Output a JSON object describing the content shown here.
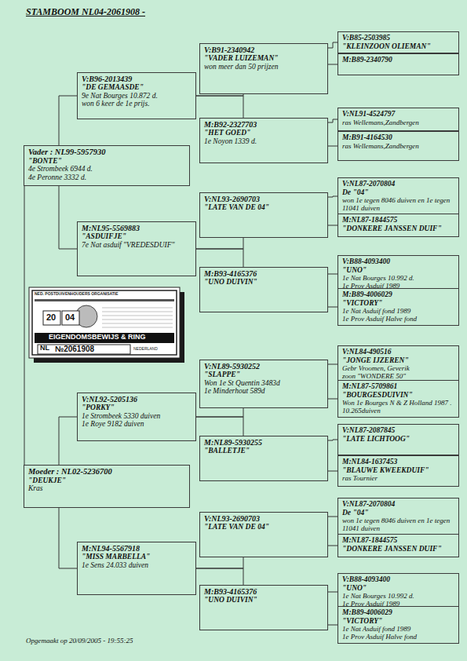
{
  "diagram": {
    "title": "STAMBOOM NL04-2061908 -",
    "nodes": [
      {
        "text": [
          "Vader : NL99-5957930",
          "\"BONTE\"",
          "4e Strombeek 6944 d.",
          "4e Peronne 3332 d."
        ]
      },
      {
        "text": [
          "V:B96-2013439",
          "\"DE GEMAASDE\"",
          "9e Nat Bourges 10.872 d.",
          "won 6 keer de 1e prijs."
        ]
      },
      {
        "text": [
          "V:B91-2340942",
          "\"VADER LUIZEMAN\"",
          "won meer dan 50 prijzen"
        ]
      },
      {
        "text": [
          "V:B85-2503985",
          "\"KLEINZOON OLIEMAN\""
        ]
      },
      {
        "text": [
          "M:B89-2340790"
        ]
      },
      {
        "text": [
          "M:B92-2327703",
          "\"HET GOED\"",
          "1e Noyon 1339 d."
        ]
      },
      {
        "text": [
          "V:NL91-4524797",
          "ras Wellemans,Zandbergen"
        ]
      },
      {
        "text": [
          "M:B91-4164530",
          "ras Wellemans,Zandbergen"
        ]
      },
      {
        "text": [
          "M:NL95-5569883",
          "\"ASDUIFJE\"",
          "7e Nat asduif \"VREDESDUIF\""
        ]
      },
      {
        "text": [
          "V:NL93-2690703",
          "\"LATE VAN DE 04\""
        ]
      },
      {
        "text": [
          "V:NL87-2070804",
          "De \"04\"",
          "won 1e tegen 8046 duiven en 1e tegen 11041 duiven"
        ]
      },
      {
        "text": [
          "M:NL87-1844575",
          "\"DONKERE JANSSEN DUIF\""
        ]
      },
      {
        "text": [
          "M:B93-4165376",
          "\"UNO DUIVIN\""
        ]
      },
      {
        "text": [
          "V:B88-4093400",
          "\"UNO\"",
          "1e Nat Bourges 10.992 d.",
          "1e Prov Asduif 1989"
        ]
      },
      {
        "text": [
          "M:B89-4006029",
          "\"VICTORY\"",
          "1e Nat Asduif fond 1989",
          "1e Prov Asduif Halve fond"
        ]
      },
      {
        "text": [
          "Moeder : NL02-5236700",
          "\"DEUKJE\"",
          "Kras"
        ]
      },
      {
        "text": [
          "V:NL92-5205136",
          "\"PORKY\"",
          "1e Strombeek 5330 duiven",
          "1e Roye 9182 duiven"
        ]
      },
      {
        "text": [
          "V:NL89-5930252",
          "\"SLAPPE\"",
          "Won 1e St Quentin 3483d",
          "1e Minderhout 589d"
        ]
      },
      {
        "text": [
          "V:NL84-490516",
          "\"JONGE IJZEREN\"",
          "Gebr Vroomen, Geverik",
          "zoon \"WONDERE 50\""
        ]
      },
      {
        "text": [
          "M:NL87-5709861",
          "\"BOURGESDUIVIN\"",
          "Won 1e Bourges N & Z Holland 1987 . 10.265duiven"
        ]
      },
      {
        "text": [
          "M:NL89-5930255",
          "\"BALLETJE\""
        ]
      },
      {
        "text": [
          "V:NL87-2087845",
          "\"LATE LICHTOOG\""
        ]
      },
      {
        "text": [
          "M:NL84-1637453",
          "\"BLAUWE KWEEKDUIF\"",
          "ras Tournier"
        ]
      },
      {
        "text": [
          "M:NL94-5567918",
          "\"MISS MARBELLA\"",
          "1e Sens 24.033 duiven"
        ]
      },
      {
        "text": [
          "V:NL93-2690703",
          "\"LATE VAN DE 04\""
        ]
      },
      {
        "text": [
          "V:NL87-2070804",
          "De \"04\"",
          "won 1e tegen 8046 duiven en 1e tegen 11041 duiven"
        ]
      },
      {
        "text": [
          "M:NL87-1844575",
          "\"DONKERE JANSSEN DUIF\""
        ]
      },
      {
        "text": [
          "M:B93-4165376",
          "\"UNO DUIVIN\""
        ]
      },
      {
        "text": [
          "V:B88-4093400",
          "\"UNO\"",
          "1e Nat Bourges 10.992 d.",
          "1e Prov Asduif 1989"
        ]
      },
      {
        "text": [
          "M:B89-4006029",
          "\"VICTORY\"",
          "1e Nat Asduif fond 1989",
          "1e Prov Asduif Halve fond"
        ]
      }
    ],
    "edges": [
      {
        "from": 0,
        "to": 1,
        "arrow": "none"
      },
      {
        "from": 0,
        "to": 8,
        "arrow": "none"
      },
      {
        "from": 1,
        "to": 2,
        "arrow": "none"
      },
      {
        "from": 1,
        "to": 5,
        "arrow": "none"
      },
      {
        "from": 2,
        "to": 3,
        "arrow": "none"
      },
      {
        "from": 2,
        "to": 4,
        "arrow": "none"
      },
      {
        "from": 5,
        "to": 6,
        "arrow": "none"
      },
      {
        "from": 5,
        "to": 7,
        "arrow": "none"
      },
      {
        "from": 8,
        "to": 9,
        "arrow": "none"
      },
      {
        "from": 8,
        "to": 12,
        "arrow": "none"
      },
      {
        "from": 9,
        "to": 10,
        "arrow": "none"
      },
      {
        "from": 9,
        "to": 11,
        "arrow": "none"
      },
      {
        "from": 12,
        "to": 13,
        "arrow": "none"
      },
      {
        "from": 12,
        "to": 14,
        "arrow": "none"
      },
      {
        "from": 0,
        "to": 15,
        "arrow": "none"
      },
      {
        "from": 15,
        "to": 16,
        "arrow": "none"
      },
      {
        "from": 15,
        "to": 23,
        "arrow": "none"
      },
      {
        "from": 16,
        "to": 17,
        "arrow": "none"
      },
      {
        "from": 16,
        "to": 20,
        "arrow": "none"
      },
      {
        "from": 17,
        "to": 18,
        "arrow": "none"
      },
      {
        "from": 17,
        "to": 19,
        "arrow": "none"
      },
      {
        "from": 20,
        "to": 21,
        "arrow": "none"
      },
      {
        "from": 20,
        "to": 22,
        "arrow": "none"
      },
      {
        "from": 23,
        "to": 24,
        "arrow": "none"
      },
      {
        "from": 23,
        "to": 27,
        "arrow": "none"
      },
      {
        "from": 24,
        "to": 25,
        "arrow": "none"
      },
      {
        "from": 24,
        "to": 26,
        "arrow": "none"
      },
      {
        "from": 27,
        "to": 28,
        "arrow": "none"
      },
      {
        "from": 27,
        "to": 29,
        "arrow": "none"
      }
    ],
    "labels": [
      "NED. POSTDUIVENHOUDERS ORGANISATIE",
      "20",
      "04",
      "EIGENDOMSBEWIJS & RING",
      "NL",
      "№2061908",
      "NEDERLAND",
      "Opgemaakt op 20/09/2005 - 19:55:25"
    ]
  }
}
